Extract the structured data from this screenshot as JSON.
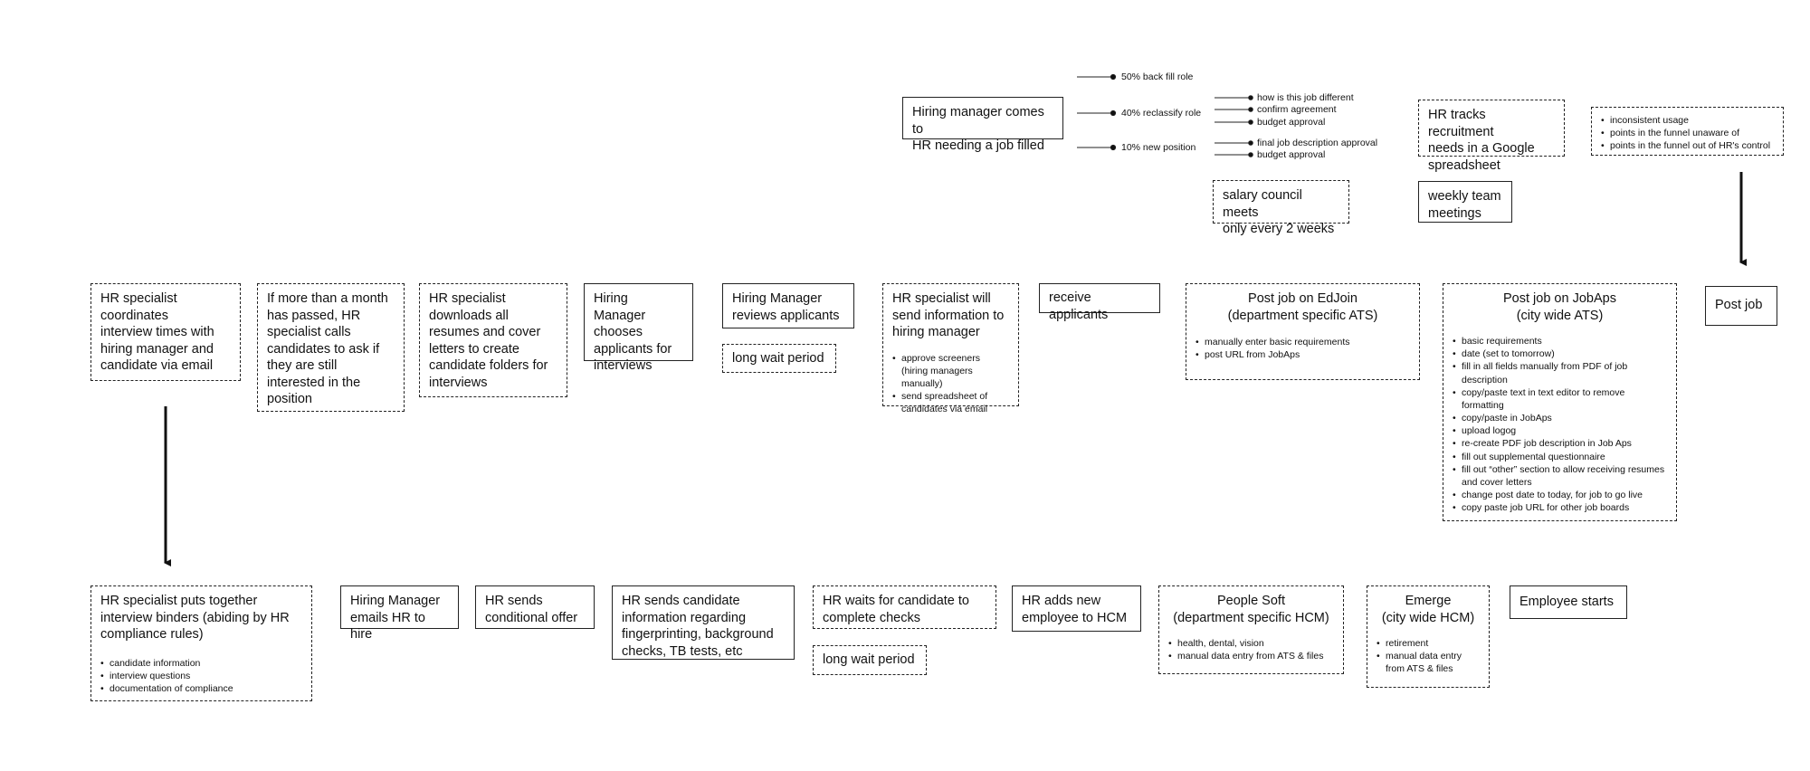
{
  "top": {
    "hm_comes": "Hiring manager comes to\nHR needing a job filled",
    "options": [
      "50% back fill role",
      "40% reclassify role",
      "10% new position"
    ],
    "reclassify_notes": [
      "how is this job different",
      "confirm agreement",
      "budget approval"
    ],
    "new_position_notes": [
      "final job description approval",
      "budget approval"
    ],
    "salary_council": "salary council meets\nonly every 2 weeks",
    "google_sheet": "HR tracks recruitment\nneeds in a Google\nspreadsheet",
    "weekly_meetings": "weekly team\nmeetings",
    "issues": [
      "inconsistent usage",
      "points in the funnel unaware of",
      "points in the funnel out of HR's control"
    ]
  },
  "row1": {
    "coordinates": "HR specialist\ncoordinates\ninterview times with\nhiring manager and\ncandidate via email",
    "month_passed": "If more than a month\nhas passed, HR\nspecialist calls\ncandidates to ask if\nthey are still\ninterested in the\nposition",
    "downloads": "HR specialist\ndownloads all\nresumes and cover\nletters to create\ncandidate folders for\ninterviews",
    "hm_chooses": "Hiring Manager\nchooses\napplicants for\ninterviews",
    "hm_reviews": "Hiring Manager\nreviews applicants",
    "wait1": "long wait period",
    "send_info": "HR specialist will\nsend information to\nhiring manager",
    "send_info_bullets": [
      "approve screeners (hiring managers manually)",
      "send spreadsheet of candidates via email"
    ],
    "receive": "receive applicants",
    "edjoin": "Post job on EdJoin\n(department specific ATS)",
    "edjoin_bullets": [
      "manually enter basic requirements",
      "post URL from JobAps"
    ],
    "jobaps": "Post job on JobAps\n(city wide ATS)",
    "jobaps_bullets": [
      "basic requirements",
      "date (set to tomorrow)",
      "fill in all fields manually from PDF of job description",
      "copy/paste text in text editor to remove formatting",
      "copy/paste in JobAps",
      "upload logog",
      "re-create PDF job description in Job Aps",
      "fill out supplemental questionnaire",
      "fill out “other” section to allow receiving resumes and cover letters",
      "change post date to today, for job to go live",
      "copy paste job URL for other job boards"
    ],
    "post_job": "Post job"
  },
  "row2": {
    "binders": "HR specialist puts together\ninterview binders (abiding by HR\ncompliance rules)",
    "binders_bullets": [
      "candidate information",
      "interview questions",
      "documentation of compliance"
    ],
    "emails_hire": "Hiring Manager\nemails HR to hire",
    "conditional": "HR sends\nconditional offer",
    "candidate_info": "HR sends candidate\ninformation regarding\nfingerprinting, background\nchecks, TB tests, etc",
    "waits": "HR waits for candidate to\ncomplete checks",
    "wait2": "long wait period",
    "adds_hcm": "HR adds new\nemployee to HCM",
    "peoplesoft": "People Soft\n(department specific HCM)",
    "peoplesoft_bullets": [
      "health, dental, vision",
      "manual data entry from ATS & files"
    ],
    "emerge": "Emerge\n(city wide HCM)",
    "emerge_bullets": [
      "retirement",
      "manual data entry from ATS & files"
    ],
    "starts": "Employee starts"
  }
}
